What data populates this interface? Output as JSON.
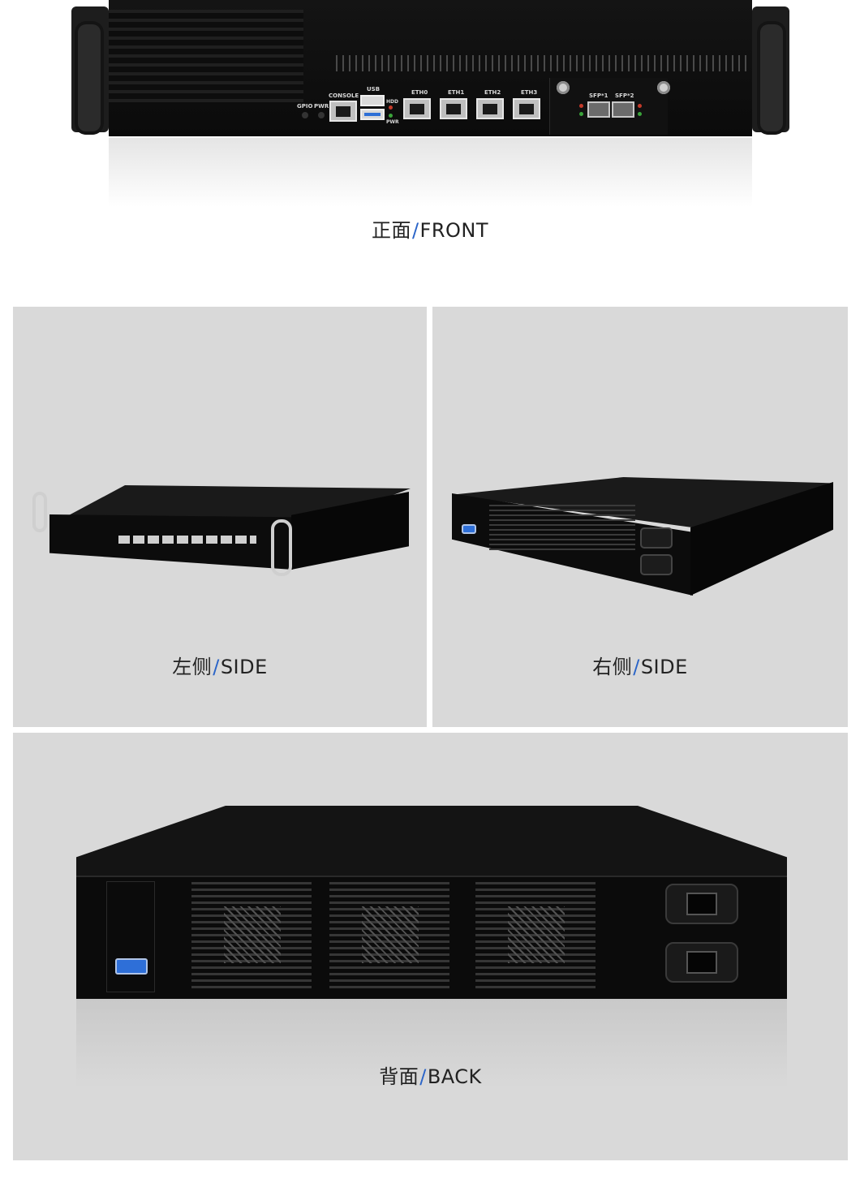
{
  "front": {
    "labels": {
      "gpio": "GPIO",
      "pwr": "PWR",
      "console": "CONSOLE",
      "usb": "USB",
      "hdd": "HDD",
      "pwr_led": "PWR",
      "eth0": "ETH0",
      "eth1": "ETH1",
      "eth2": "ETH2",
      "eth3": "ETH3",
      "sfp1": "SFP*1",
      "sfp2": "SFP*2"
    },
    "caption": {
      "cn": "正面",
      "slash": "/",
      "en": "FRONT"
    }
  },
  "left_side": {
    "caption": {
      "cn": "左侧",
      "slash": "/",
      "en": "SIDE"
    }
  },
  "right_side": {
    "caption": {
      "cn": "右侧",
      "slash": "/",
      "en": "SIDE"
    }
  },
  "back": {
    "caption": {
      "cn": "背面",
      "slash": "/",
      "en": "BACK"
    }
  },
  "colors": {
    "panel_bg": "#d9d9d9",
    "slash_accent": "#2a64c8",
    "device_body": "#0b0b0b",
    "vga_port": "#2e6fd8"
  }
}
